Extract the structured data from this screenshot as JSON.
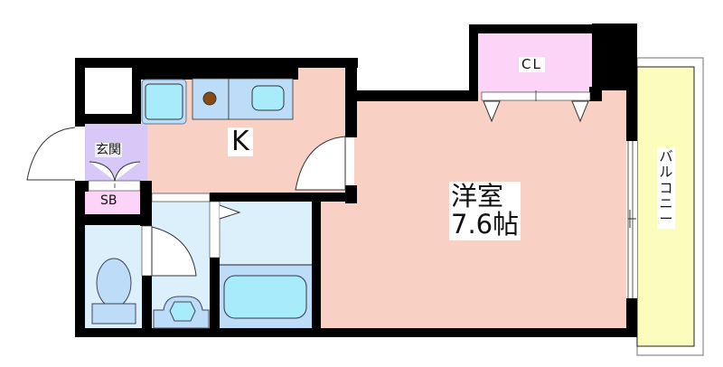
{
  "floor_plan": {
    "rooms": {
      "kitchen": {
        "label": "K"
      },
      "entrance": {
        "label": "玄関"
      },
      "shoe_box": {
        "label": "SB"
      },
      "closet": {
        "label": "CL"
      },
      "western_room": {
        "label": "洋室",
        "size": "7.6帖",
        "label_full": "洋室\n7.6帖"
      },
      "balcony": {
        "label": "バルコニー"
      },
      "toilet": {
        "label": ""
      },
      "washroom": {
        "label": ""
      },
      "bathroom": {
        "label": ""
      }
    },
    "colors": {
      "wall": "#000000",
      "kitchen_floor": "#f8d0c4",
      "western_room_floor": "#f8d0c4",
      "entrance_floor": "#d8c8f8",
      "closet_floor": "#fcd4f8",
      "shoe_box_floor": "#fcd4f8",
      "wet_area_floor": "#dcf0fc",
      "fixture_blue": "#bcdcf8",
      "fixture_cyan": "#a8ecfc",
      "balcony_floor": "#fcfcbc",
      "stove_dot": "#8b4a12"
    }
  }
}
